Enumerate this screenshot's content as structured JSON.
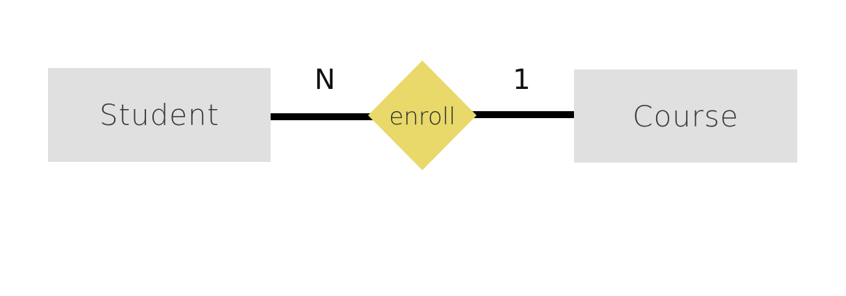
{
  "diagram": {
    "entities": {
      "left": {
        "label": "Student"
      },
      "right": {
        "label": "Course"
      }
    },
    "relationship": {
      "label": "enroll",
      "color": "#e8d96a"
    },
    "cardinality": {
      "left": "N",
      "right": "1"
    },
    "colors": {
      "entity_fill": "#e0e0e0",
      "connector": "#000000",
      "background": "#ffffff"
    }
  }
}
